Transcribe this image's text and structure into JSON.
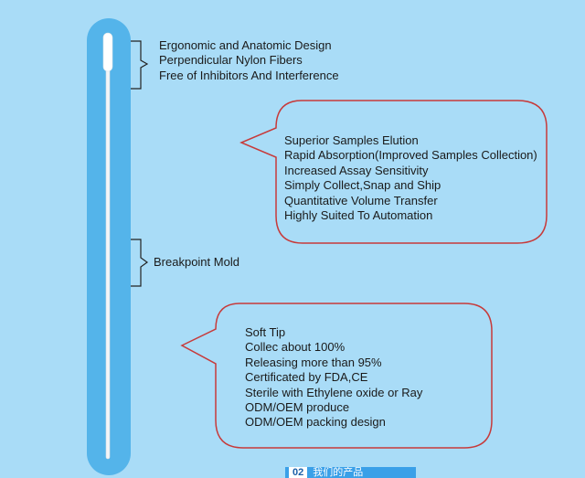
{
  "top_features": [
    "Ergonomic and Anatomic Design",
    "Perpendicular Nylon Fibers",
    "Free of Inhibitors And Interference"
  ],
  "breakpoint_label": "Breakpoint Mold",
  "bubble_1": [
    "Superior Samples Elution",
    "Rapid Absorption(Improved Samples Collection)",
    "Increased Assay Sensitivity",
    "Simply Collect,Snap and Ship",
    "Quantitative Volume Transfer",
    "Highly Suited To Automation"
  ],
  "bubble_2": [
    "Soft Tip",
    "Collec about 100%",
    "Releasing more than 95%",
    "Certificated by FDA,CE",
    "Sterile with Ethylene oxide or Ray",
    "ODM/OEM produce",
    "ODM/OEM packing design"
  ],
  "footer_badge": {
    "number": "02",
    "text": "我们的产品"
  },
  "colors": {
    "background": "#a9dcf7",
    "package": "#54b4ea",
    "bubble_border": "#c73a3a",
    "badge": "#3aa0e8"
  }
}
